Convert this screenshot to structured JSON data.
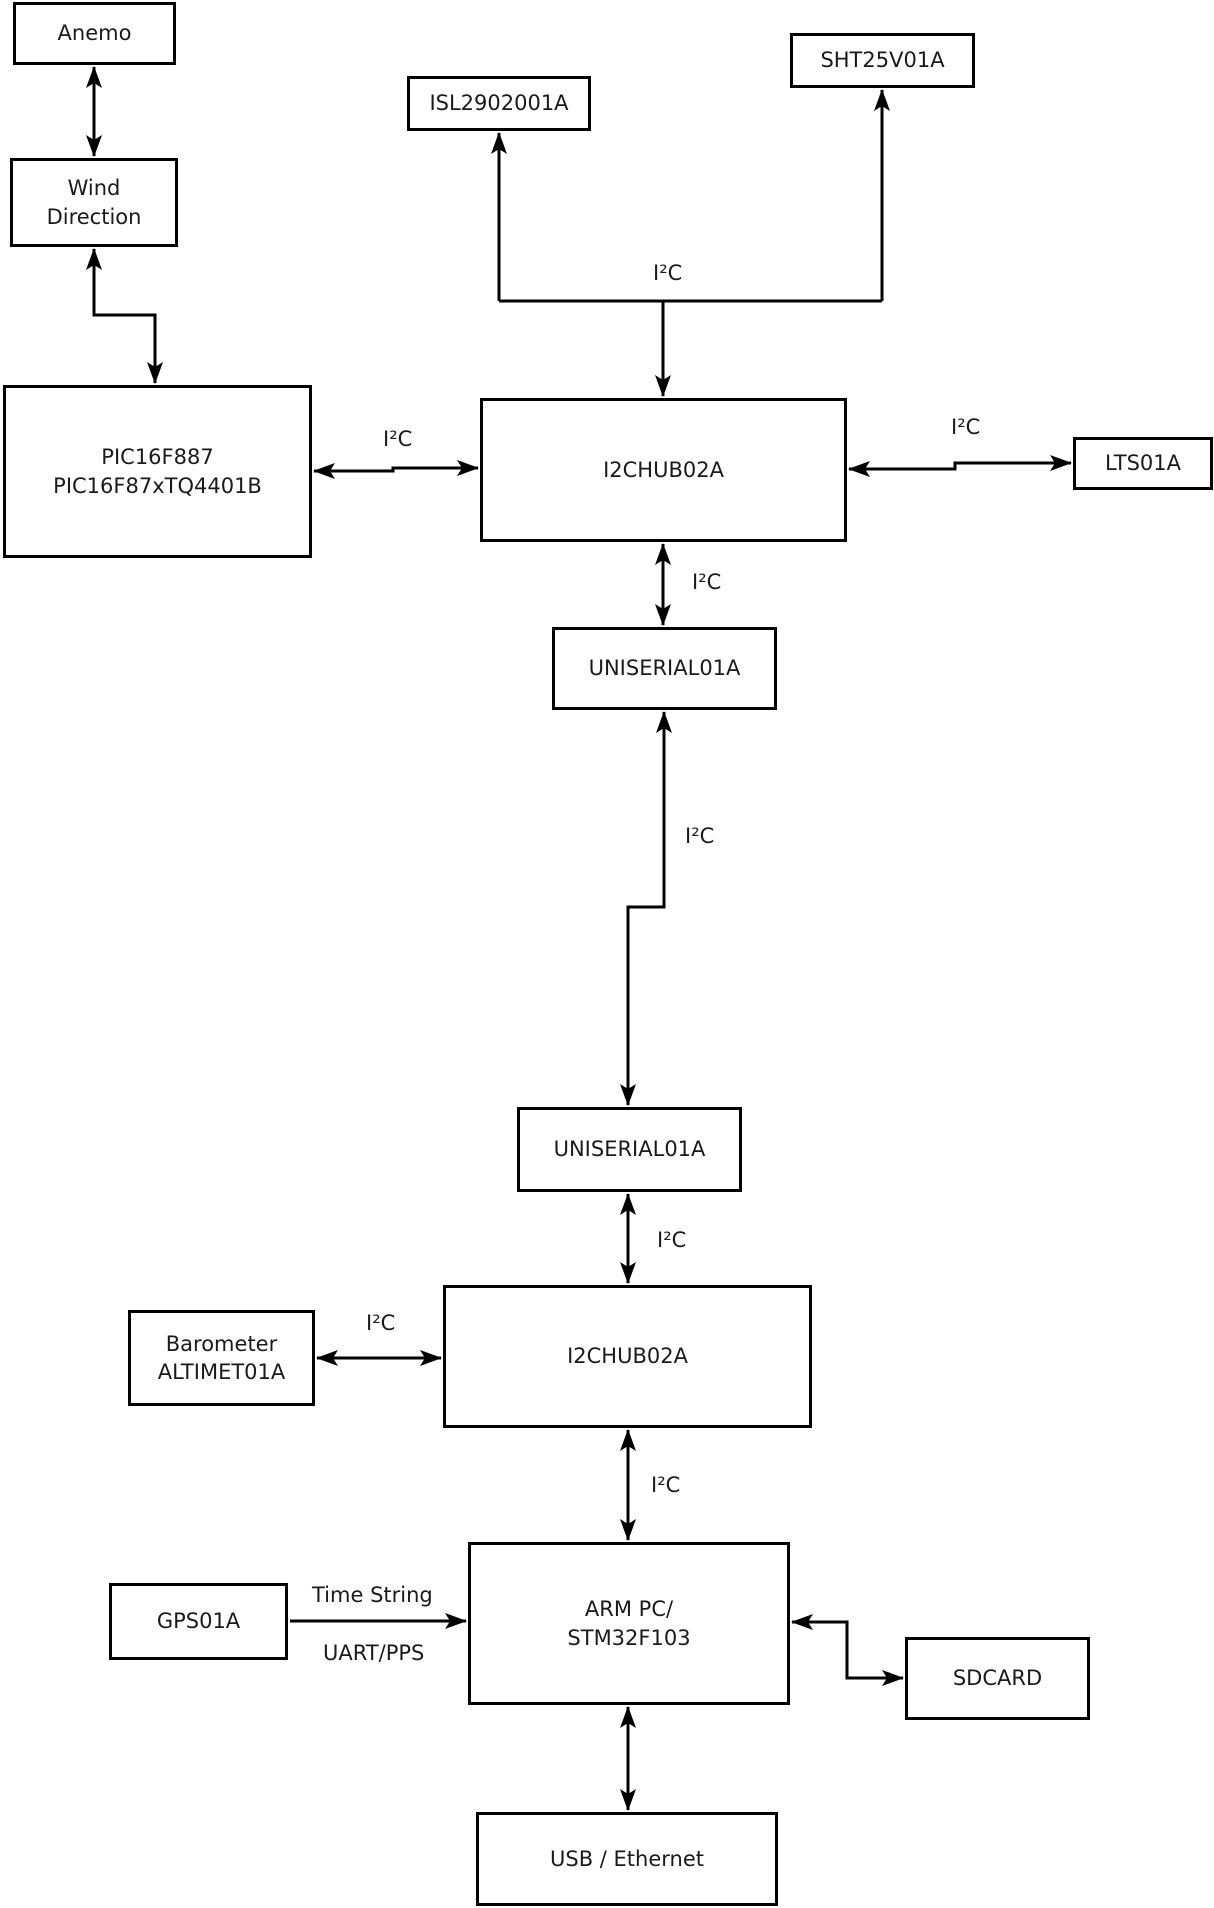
{
  "diagram": {
    "colors": {
      "background": "#ffffff",
      "line": "#000000",
      "box_border": "#000000",
      "box_fill": "#ffffff",
      "text": "#1a1a1a"
    }
  },
  "nodes": {
    "anemo": {
      "label": "Anemo"
    },
    "wind_direction": {
      "label": "Wind\nDirection"
    },
    "isl": {
      "label": "ISL2902001A"
    },
    "sht": {
      "label": "SHT25V01A"
    },
    "pic": {
      "label": "PIC16F887\nPIC16F87xTQ4401B"
    },
    "i2chub_top": {
      "label": "I2CHUB02A"
    },
    "lts": {
      "label": "LTS01A"
    },
    "uniserial_top": {
      "label": "UNISERIAL01A"
    },
    "uniserial_bottom": {
      "label": "UNISERIAL01A"
    },
    "i2chub_bottom": {
      "label": "I2CHUB02A"
    },
    "barometer": {
      "label": "Barometer\nALTIMET01A"
    },
    "gps": {
      "label": "GPS01A"
    },
    "arm_pc": {
      "label": "ARM PC/\nSTM32F103"
    },
    "sdcard": {
      "label": "SDCARD"
    },
    "usb_ethernet": {
      "label": "USB / Ethernet"
    }
  },
  "edge_labels": {
    "i2c_top_bus": "I²C",
    "i2c_pic_hub": "I²C",
    "i2c_hub_lts": "I²C",
    "i2c_hub_uniserial": "I²C",
    "i2c_long_link": "I²C",
    "i2c_uniserial_hub2": "I²C",
    "i2c_barometer_hub2": "I²C",
    "i2c_hub2_arm": "I²C",
    "time_string": "Time String",
    "uart_pps": "UART/PPS"
  }
}
